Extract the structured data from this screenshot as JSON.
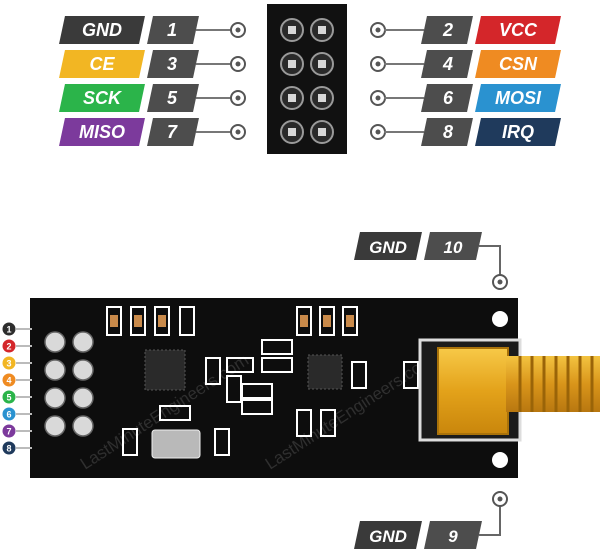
{
  "pinout": {
    "left": [
      {
        "name": "GND",
        "num": "1",
        "color": "#3a3a3a"
      },
      {
        "name": "CE",
        "num": "3",
        "color": "#f2b623"
      },
      {
        "name": "SCK",
        "num": "5",
        "color": "#2bb44a"
      },
      {
        "name": "MISO",
        "num": "7",
        "color": "#7c3a9c"
      }
    ],
    "right": [
      {
        "num": "2",
        "name": "VCC",
        "color": "#d4262a"
      },
      {
        "num": "4",
        "name": "CSN",
        "color": "#ef8b22"
      },
      {
        "num": "6",
        "name": "MOSI",
        "color": "#2a92d0"
      },
      {
        "num": "8",
        "name": "IRQ",
        "color": "#1f3a5c"
      }
    ],
    "number_box_color": "#4d4d4d"
  },
  "antenna_gnd": [
    {
      "name": "GND",
      "num": "10"
    },
    {
      "name": "GND",
      "num": "9"
    }
  ],
  "side_pins": [
    {
      "num": "1",
      "color": "#2d2d2d"
    },
    {
      "num": "2",
      "color": "#d4262a"
    },
    {
      "num": "3",
      "color": "#f2b623"
    },
    {
      "num": "4",
      "color": "#ef8b22"
    },
    {
      "num": "5",
      "color": "#2bb44a"
    },
    {
      "num": "6",
      "color": "#2a92d0"
    },
    {
      "num": "7",
      "color": "#7c3a9c"
    },
    {
      "num": "8",
      "color": "#1f3a5c"
    }
  ],
  "watermark": "LastMinuteEngineers.com"
}
